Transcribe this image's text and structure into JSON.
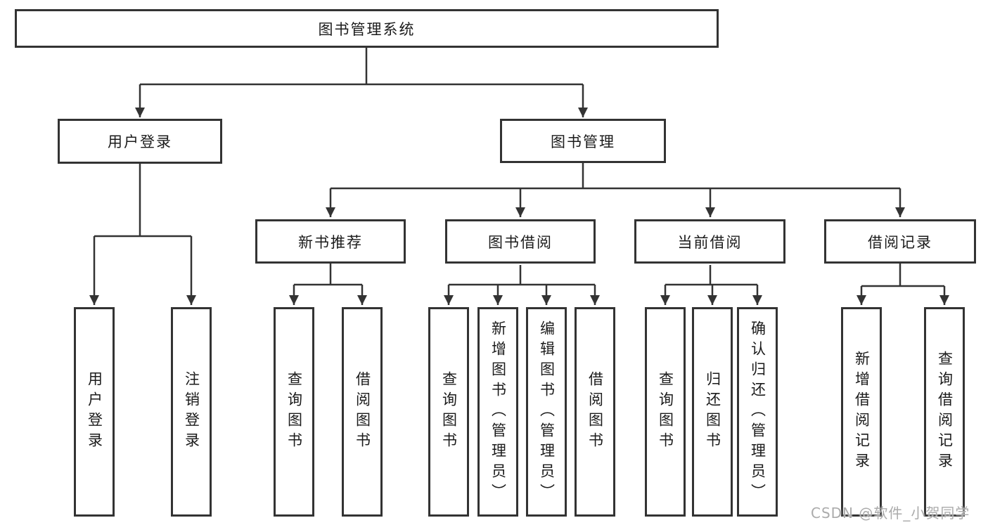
{
  "colors": {
    "line": "#333333",
    "box_border": "#333333",
    "text": "#1b1b1b",
    "watermark": "#ababab"
  },
  "root": {
    "label": "图书管理系统"
  },
  "user_login": {
    "label": "用户登录",
    "children": [
      {
        "label": "用户登录"
      },
      {
        "label": "注销登录"
      }
    ]
  },
  "book_management": {
    "label": "图书管理",
    "sections": [
      {
        "label": "新书推荐",
        "children": [
          {
            "label": "查询图书"
          },
          {
            "label": "借阅图书"
          }
        ]
      },
      {
        "label": "图书借阅",
        "children": [
          {
            "label": "查询图书"
          },
          {
            "label": "新增图书（管理员）"
          },
          {
            "label": "编辑图书（管理员）"
          },
          {
            "label": "借阅图书"
          }
        ]
      },
      {
        "label": "当前借阅",
        "children": [
          {
            "label": "查询图书"
          },
          {
            "label": "归还图书"
          },
          {
            "label": "确认归还（管理员）"
          }
        ]
      },
      {
        "label": "借阅记录",
        "children": [
          {
            "label": "新增借阅记录"
          },
          {
            "label": "查询借阅记录"
          }
        ]
      }
    ]
  },
  "watermark": "CSDN @软件_小贺同学"
}
